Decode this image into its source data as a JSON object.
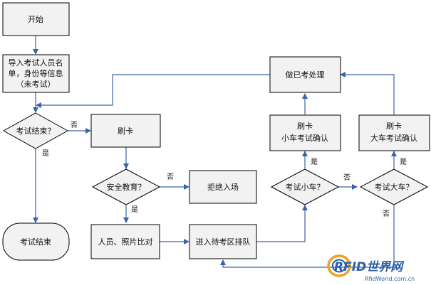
{
  "nodes": {
    "start": "开始",
    "import_line1": "导入考试人员名",
    "import_line2": "单，身份等信息",
    "import_line3": "（未考试）",
    "exam_over_q": "考试结束？",
    "swipe_card": "刷卡",
    "safety_q": "安全教育？",
    "reject": "拒绝入场",
    "photo_check": "人员、照片比对",
    "queue": "进入待考区排队",
    "exam_end": "考试结束",
    "small_car_q": "考试小车？",
    "big_car_q": "考试大车？",
    "swipe_small_1": "刷卡",
    "swipe_small_2": "小车考试确认",
    "swipe_big_1": "刷卡",
    "swipe_big_2": "大车考试确认",
    "done": "做已考处理"
  },
  "edge_labels": {
    "no": "否",
    "yes": "是"
  },
  "watermark": {
    "brand": "RFID世界网",
    "url": "RfidWorld.com.cn"
  },
  "colors": {
    "node_fill": "#f2f2f2",
    "stroke": "#000000",
    "arrow": "#3a64a8"
  }
}
